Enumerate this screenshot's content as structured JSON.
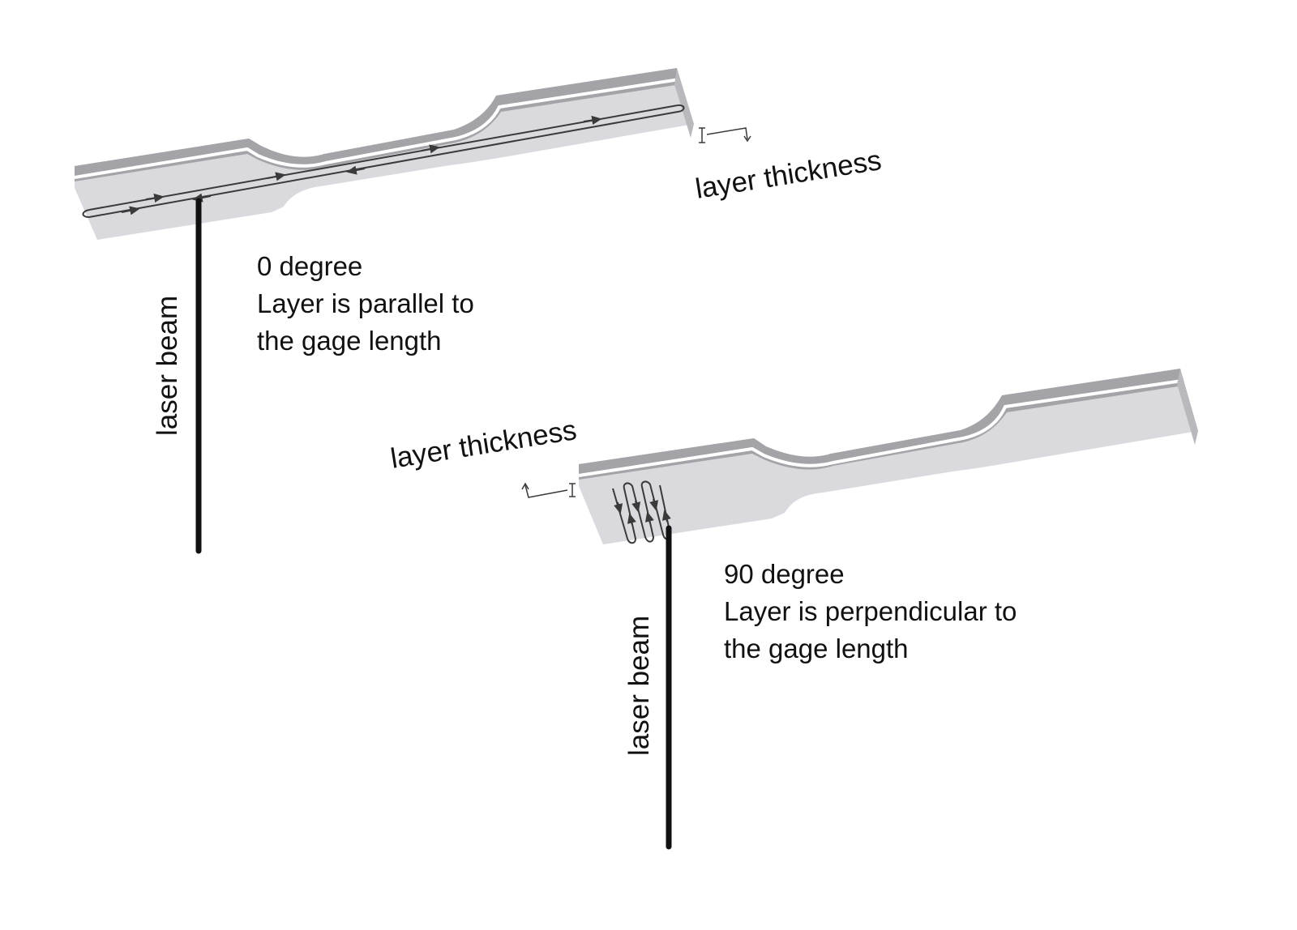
{
  "colors": {
    "specimen_top": "#d9d9de",
    "specimen_side": "#a3a3a8",
    "specimen_edge": "#b8b8bd",
    "layer_line": "#ffffff",
    "path_line": "#3a3a3a",
    "beam": "#111111"
  },
  "figure_top": {
    "layer_thickness_label": "layer thickness",
    "laser_beam_label": "laser beam",
    "caption": {
      "line1": "0 degree",
      "line2": "Layer is parallel to",
      "line3": "the gage length"
    }
  },
  "figure_bottom": {
    "layer_thickness_label": "layer thickness",
    "laser_beam_label": "laser beam",
    "caption": {
      "line1": "90 degree",
      "line2": "Layer is perpendicular to",
      "line3": "the gage length"
    }
  }
}
